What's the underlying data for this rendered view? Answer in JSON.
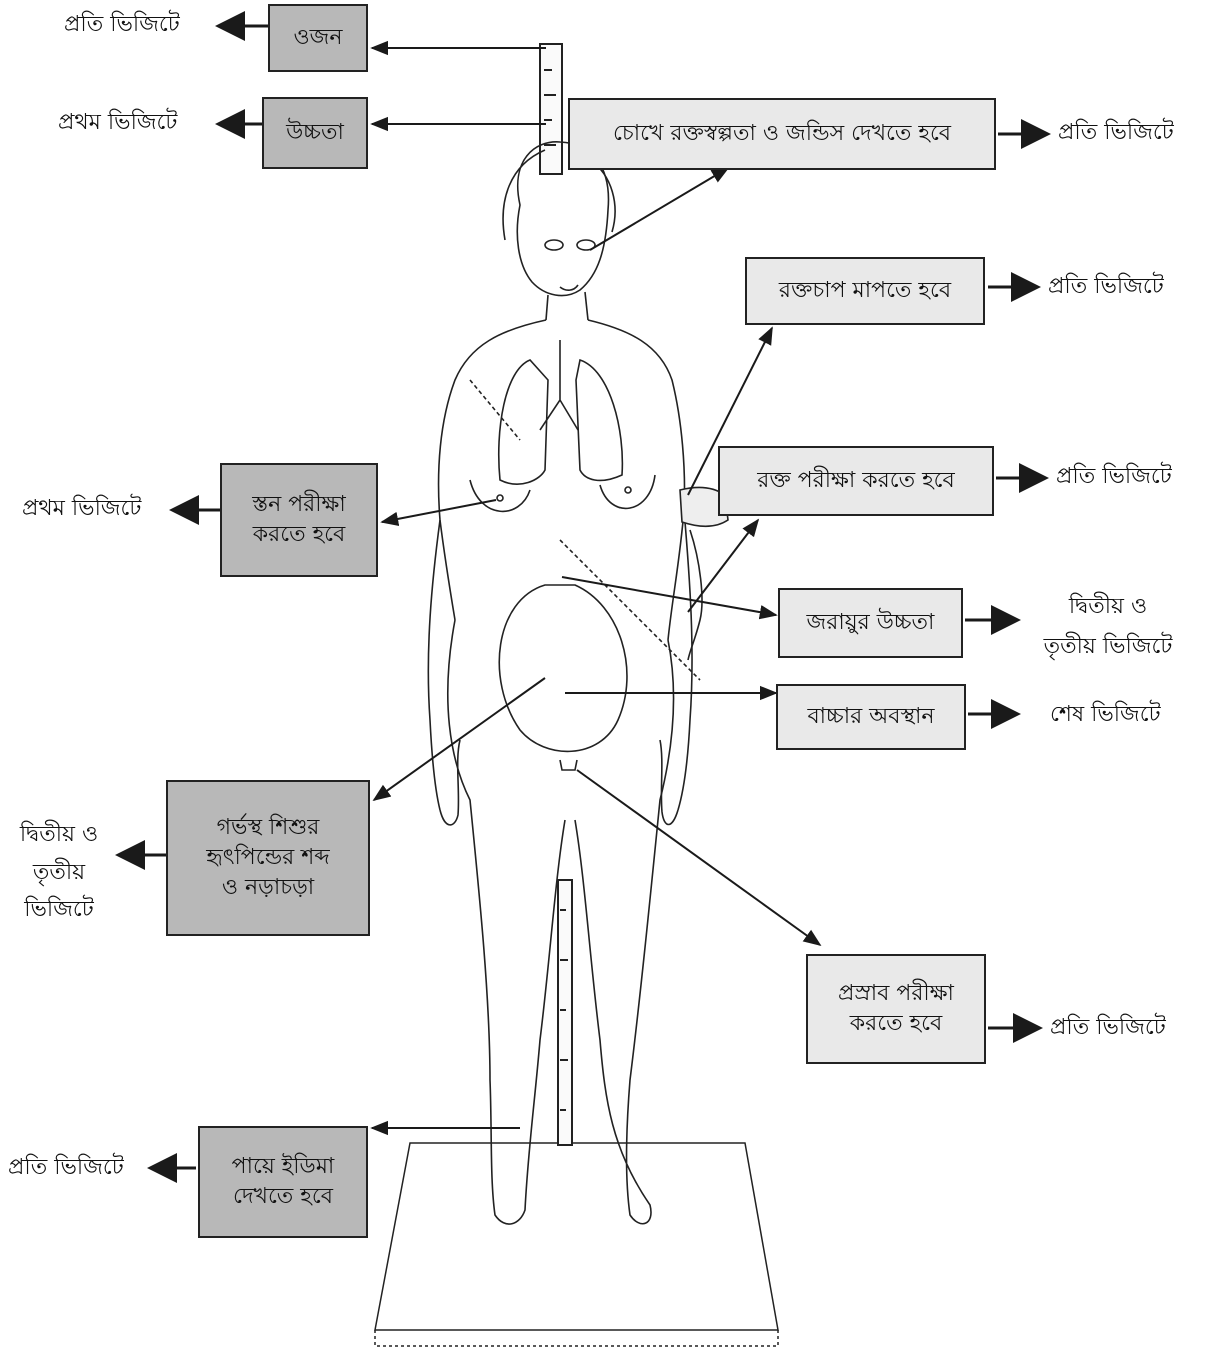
{
  "colors": {
    "box_dark": "#b8b8b8",
    "box_light": "#e9e9e9",
    "line": "#1a1a1a"
  },
  "labels": {
    "weight": "ওজন",
    "weight_freq": "প্রতি ভিজিটে",
    "height": "উচ্চতা",
    "height_freq": "প্রথম ভিজিটে",
    "eyes": "চোখে রক্তস্বল্পতা ও জন্ডিস দেখতে হবে",
    "eyes_freq": "প্রতি ভিজিটে",
    "bp": "রক্তচাপ মাপতে হবে",
    "bp_freq": "প্রতি ভিজিটে",
    "blood": "রক্ত পরীক্ষা করতে হবে",
    "blood_freq": "প্রতি ভিজিটে",
    "breast_line1": "স্তন পরীক্ষা",
    "breast_line2": "করতে হবে",
    "breast_freq": "প্রথম ভিজিটে",
    "uterus": "জরায়ুর উচ্চতা",
    "uterus_freq_line1": "দ্বিতীয় ও",
    "uterus_freq_line2": "তৃতীয় ভিজিটে",
    "baby_position": "বাচ্চার অবস্থান",
    "baby_position_freq": "শেষ ভিজিটে",
    "fetal_line1": "গর্ভস্থ শিশুর",
    "fetal_line2": "হৃৎপিন্ডের শব্দ",
    "fetal_line3": "ও নড়াচড়া",
    "fetal_freq_line1": "দ্বিতীয় ও",
    "fetal_freq_line2": "তৃতীয়",
    "fetal_freq_line3": "ভিজিটে",
    "urine_line1": "প্রস্রাব পরীক্ষা",
    "urine_line2": "করতে হবে",
    "urine_freq": "প্রতি ভিজিটে",
    "edema_line1": "পায়ে ইডিমা",
    "edema_line2": "দেখতে হবে",
    "edema_freq": "প্রতি ভিজিটে"
  }
}
